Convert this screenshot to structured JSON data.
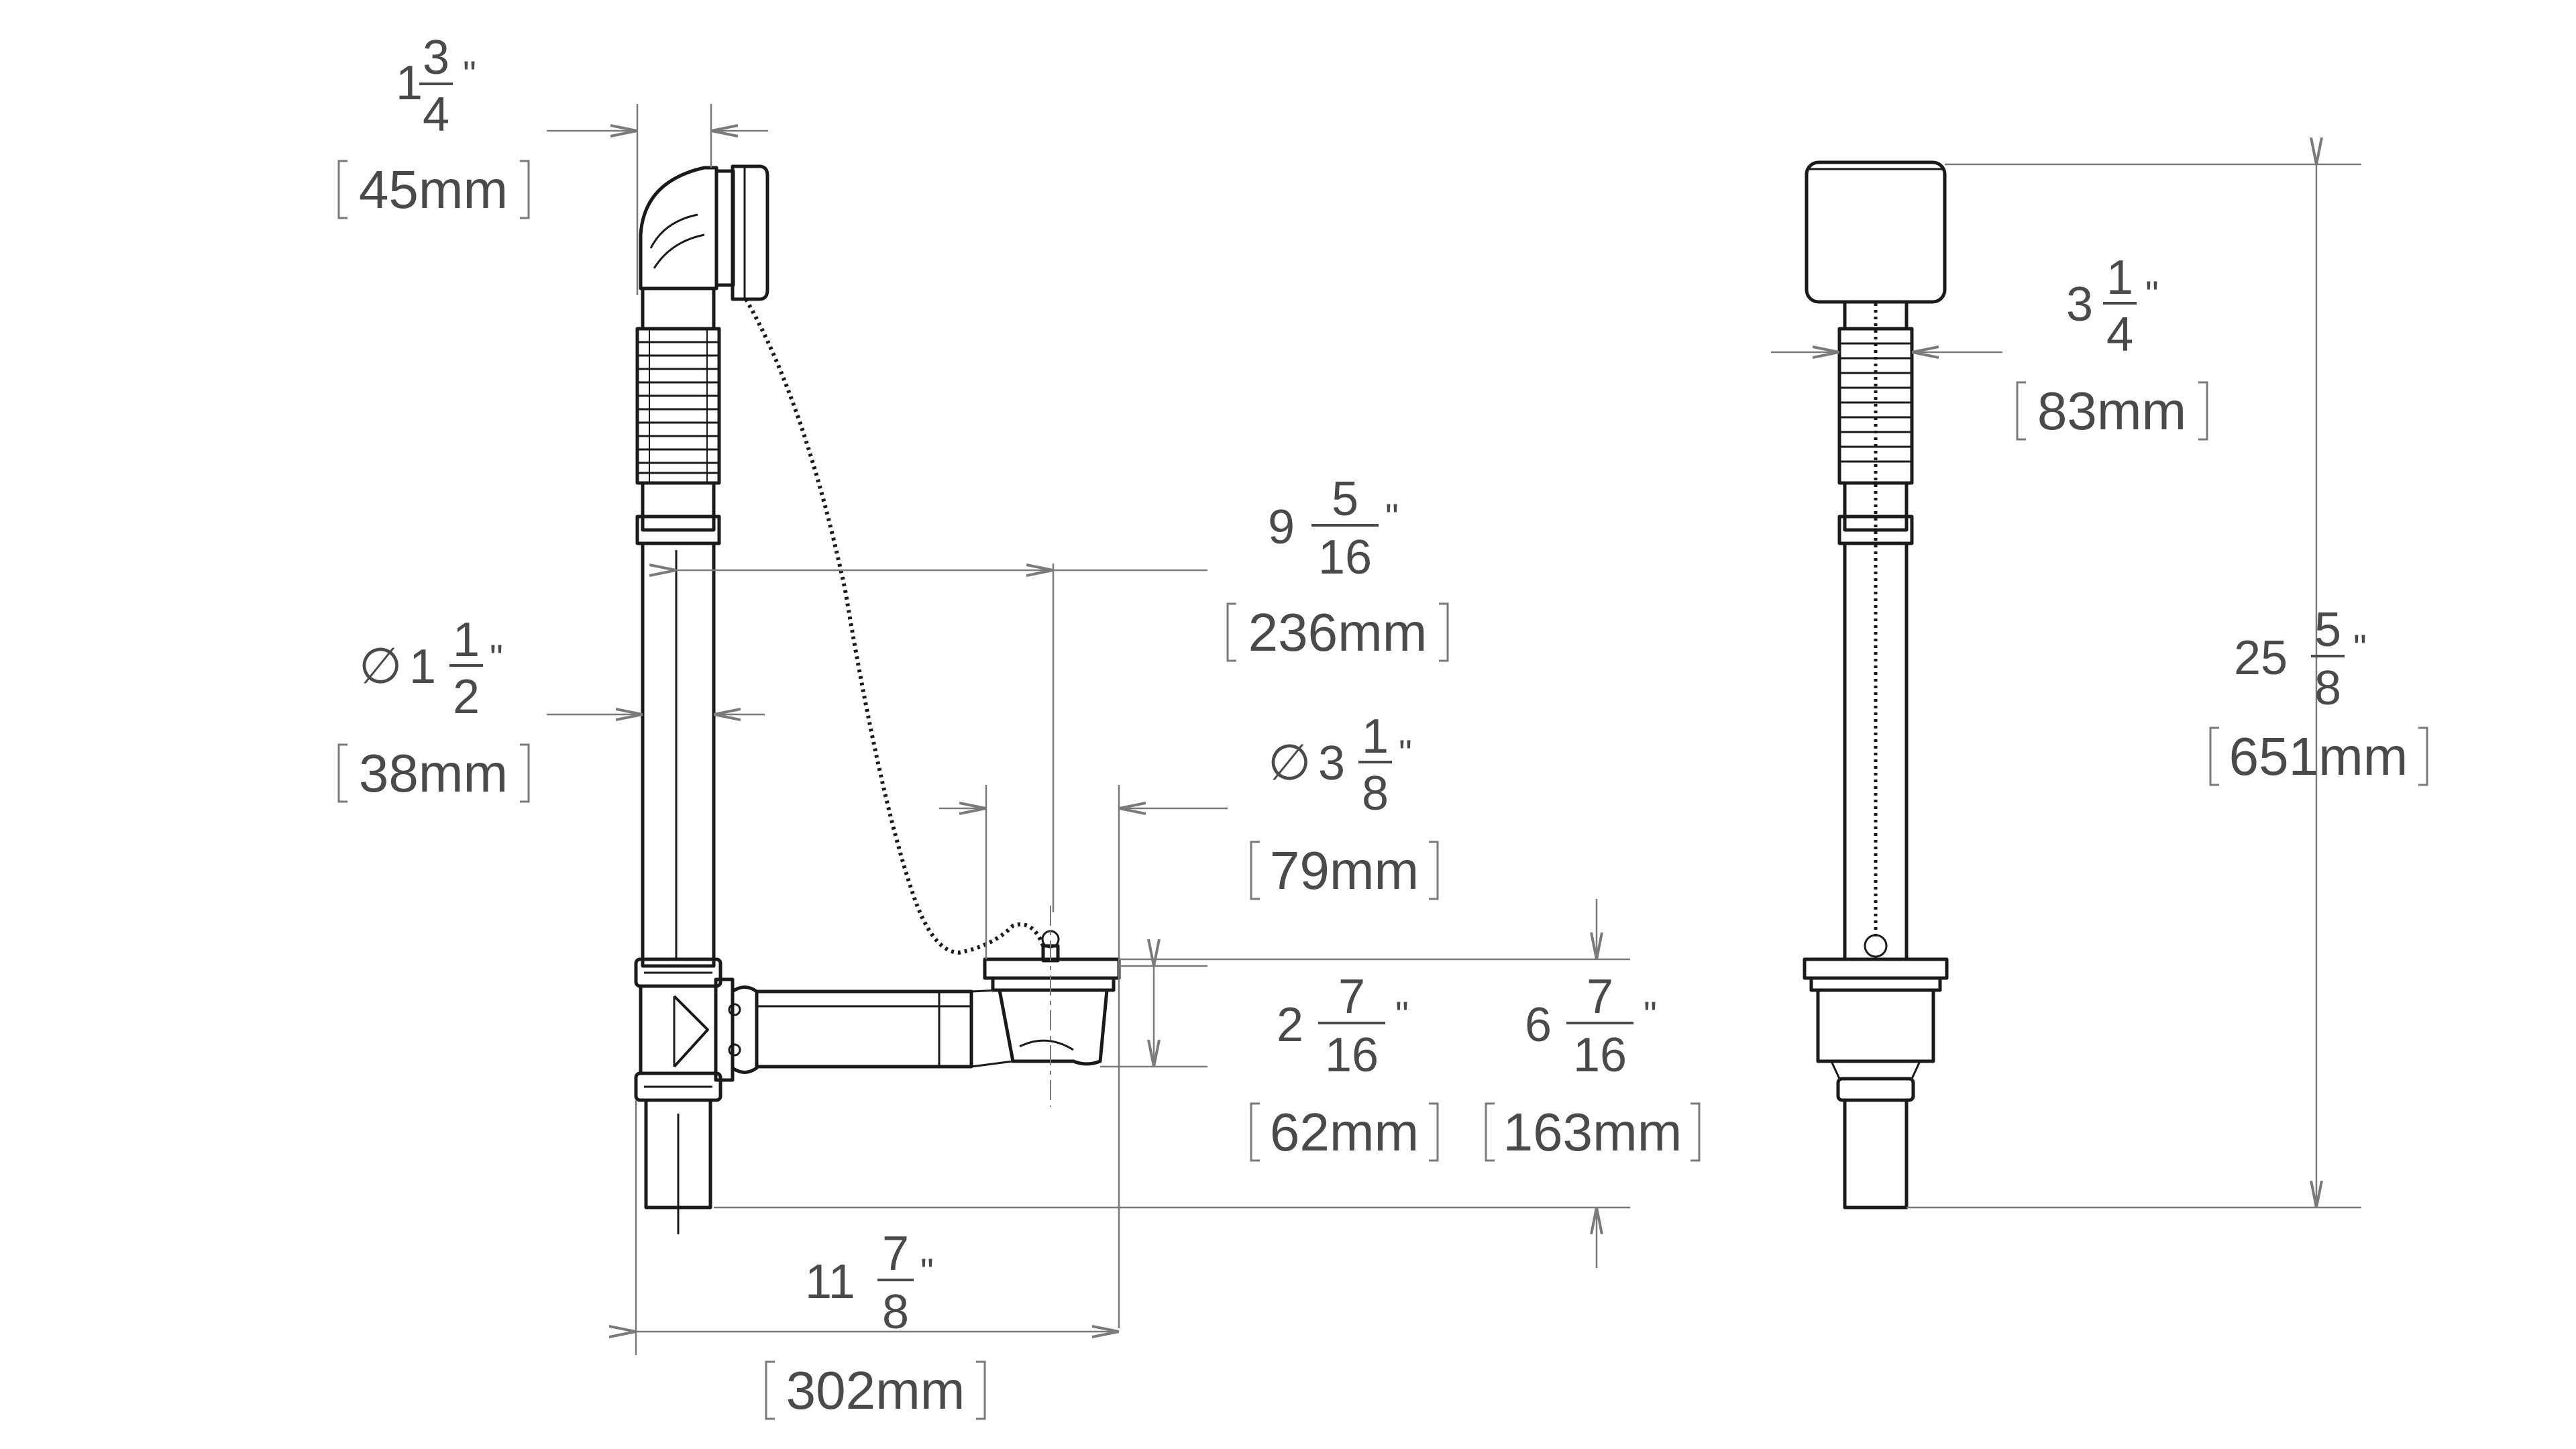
{
  "colors": {
    "line": "#1a1a1a",
    "dim_line": "#7a7a7a",
    "text": "#4a4a4a",
    "background": "#ffffff"
  },
  "dimensions": {
    "overflow_width": {
      "whole": "1",
      "num": "3",
      "den": "4",
      "unit": "\"",
      "mm": "45mm"
    },
    "overflow_side_width": {
      "whole": "3",
      "num": "1",
      "den": "4",
      "unit": "\"",
      "mm": "83mm"
    },
    "tube_diameter": {
      "symbol": "∅",
      "whole": "1",
      "num": "1",
      "den": "2",
      "unit": "\"",
      "mm": "38mm"
    },
    "drain_to_tube": {
      "whole": "9",
      "num": "5",
      "den": "16",
      "unit": "\"",
      "mm": "236mm"
    },
    "drain_diameter": {
      "symbol": "∅",
      "whole": "3",
      "num": "1",
      "den": "8",
      "unit": "\"",
      "mm": "79mm"
    },
    "drain_body_height": {
      "whole": "2",
      "num": "7",
      "den": "16",
      "unit": "\"",
      "mm": "62mm"
    },
    "drain_to_outlet_height": {
      "whole": "6",
      "num": "7",
      "den": "16",
      "unit": "\"",
      "mm": "163mm"
    },
    "overall_width": {
      "whole": "11",
      "num": "7",
      "den": "8",
      "unit": "\"",
      "mm": "302mm"
    },
    "overall_height": {
      "whole": "25",
      "num": "5",
      "den": "8",
      "unit": "\"",
      "mm": "651mm"
    }
  }
}
